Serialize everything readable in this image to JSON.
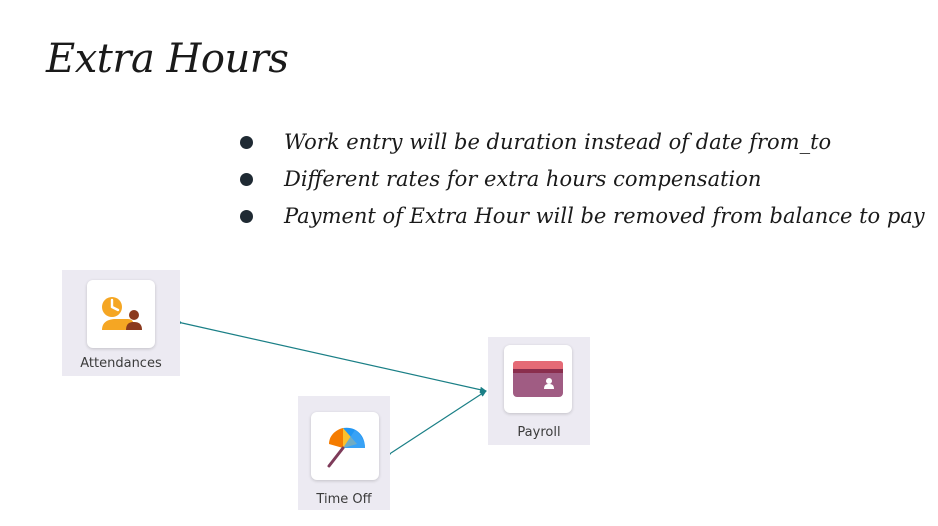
{
  "title": "Extra Hours",
  "bullets": [
    "Work entry will be duration instead of date from_to",
    "Different rates for extra hours compensation",
    "Payment of Extra Hour will be removed from balance to pay"
  ],
  "apps": {
    "attendances": {
      "label": "Attendances",
      "icon": "attendances-icon"
    },
    "payroll": {
      "label": "Payroll",
      "icon": "payroll-icon"
    },
    "time_off": {
      "label": "Time Off",
      "icon": "time-off-icon"
    }
  },
  "colors": {
    "connector": "#1a7f86",
    "panel": "#eceaf2"
  }
}
